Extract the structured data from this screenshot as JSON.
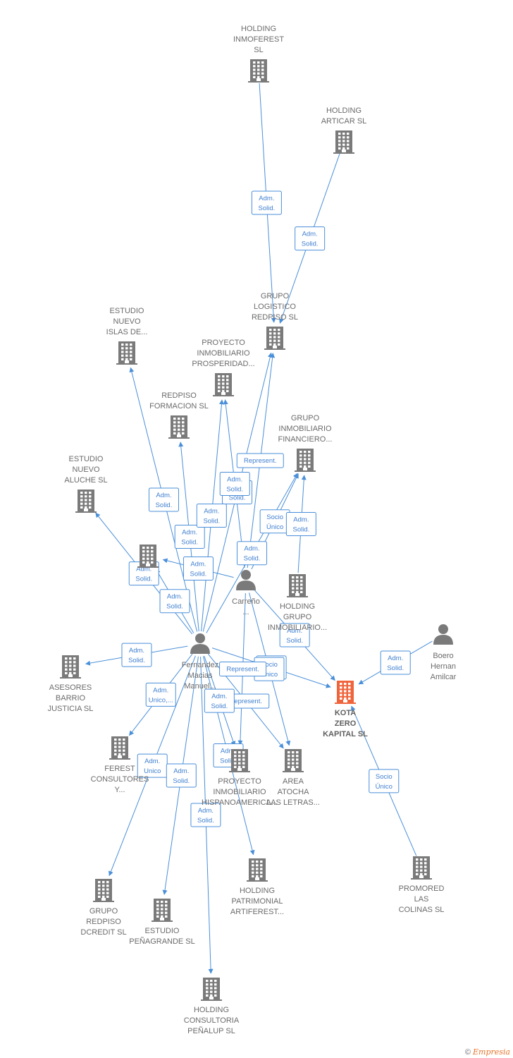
{
  "colors": {
    "line": "#4a8fd9",
    "node": "#7a7a7a",
    "focus": "#f0643c",
    "text": "#6b6b6b"
  },
  "nodes": [
    {
      "id": "holding_inmoferest",
      "type": "company",
      "lines": [
        "HOLDING",
        "INMOFEREST",
        "SL"
      ]
    },
    {
      "id": "holding_articar",
      "type": "company",
      "lines": [
        "HOLDING",
        "ARTICAR  SL"
      ]
    },
    {
      "id": "grupo_logistico",
      "type": "company",
      "lines": [
        "GRUPO",
        "LOGISTICO",
        "REDPISO  SL"
      ]
    },
    {
      "id": "estudio_islas",
      "type": "company",
      "lines": [
        "ESTUDIO",
        "NUEVO",
        "ISLAS DE..."
      ]
    },
    {
      "id": "proyecto_prosperidad",
      "type": "company",
      "lines": [
        "PROYECTO",
        "INMOBILIARIO",
        "PROSPERIDAD..."
      ]
    },
    {
      "id": "redpiso_formacion",
      "type": "company",
      "lines": [
        "REDPISO",
        "FORMACION SL"
      ]
    },
    {
      "id": "grupo_inmobiliario",
      "type": "company",
      "lines": [
        "GRUPO",
        "INMOBILIARIO",
        "FINANCIERO..."
      ]
    },
    {
      "id": "estudio_aluche",
      "type": "company",
      "lines": [
        "ESTUDIO",
        "NUEVO",
        "ALUCHE SL"
      ]
    },
    {
      "id": "r_sl",
      "type": "company",
      "lines": [
        "R...X SL"
      ]
    },
    {
      "id": "carreno",
      "type": "person",
      "lines": [
        "Carreño",
        "..."
      ]
    },
    {
      "id": "holding_grupo",
      "type": "company",
      "lines": [
        "HOLDING",
        "GRUPO",
        "INMOBILIARIO..."
      ]
    },
    {
      "id": "fernandez",
      "type": "person",
      "lines": [
        "Fernandez",
        "Macias",
        "Manuel..."
      ]
    },
    {
      "id": "boero",
      "type": "person",
      "lines": [
        "Boero",
        "Hernan",
        "Amilcar"
      ]
    },
    {
      "id": "asesores",
      "type": "company",
      "lines": [
        "ASESORES",
        "BARRIO",
        "JUSTICIA  SL"
      ]
    },
    {
      "id": "kota",
      "type": "focus",
      "lines": [
        "KOTA",
        "ZERO",
        "KAPITAL  SL"
      ]
    },
    {
      "id": "ferest",
      "type": "company",
      "lines": [
        "FEREST",
        "CONSULTORES",
        "Y..."
      ]
    },
    {
      "id": "proyecto_hispano",
      "type": "company",
      "lines": [
        "PROYECTO",
        "INMOBILIARIO",
        "HISPANOAMERICA..."
      ]
    },
    {
      "id": "area_atocha",
      "type": "company",
      "lines": [
        "AREA",
        "ATOCHA",
        "LAS LETRAS..."
      ]
    },
    {
      "id": "promored",
      "type": "company",
      "lines": [
        "PROMORED",
        "LAS",
        "COLINAS  SL"
      ]
    },
    {
      "id": "holding_patrimonial",
      "type": "company",
      "lines": [
        "HOLDING",
        "PATRIMONIAL",
        "ARTIFEREST..."
      ]
    },
    {
      "id": "grupo_dcredit",
      "type": "company",
      "lines": [
        "GRUPO",
        "REDPISO",
        "DCREDIT SL"
      ]
    },
    {
      "id": "estudio_penagrande",
      "type": "company",
      "lines": [
        "ESTUDIO",
        "PEÑAGRANDE SL"
      ]
    },
    {
      "id": "holding_consultoria",
      "type": "company",
      "lines": [
        "HOLDING",
        "CONSULTORIA",
        "PEÑALUP  SL"
      ]
    }
  ],
  "edges": [
    {
      "from": "holding_inmoferest",
      "to": "grupo_logistico",
      "label": [
        "Adm.",
        "Solid."
      ]
    },
    {
      "from": "holding_articar",
      "to": "grupo_logistico",
      "label": [
        "Adm.",
        "Solid."
      ]
    },
    {
      "from": "fernandez",
      "to": "estudio_islas",
      "label": [
        "Adm.",
        "Solid."
      ]
    },
    {
      "from": "fernandez",
      "to": "redpiso_formacion",
      "label": [
        "Adm.",
        "Solid."
      ]
    },
    {
      "from": "fernandez",
      "to": "proyecto_prosperidad",
      "label": [
        "Adm.",
        "Solid."
      ]
    },
    {
      "from": "fernandez",
      "to": "grupo_logistico",
      "label": [
        "Adm.",
        "Solid."
      ]
    },
    {
      "from": "carreno",
      "to": "grupo_logistico",
      "label": [
        "Represent."
      ]
    },
    {
      "from": "carreno",
      "to": "grupo_inmobiliario",
      "label": [
        "Socio",
        "Único"
      ]
    },
    {
      "from": "carreno",
      "to": "proyecto_prosperidad",
      "label": [
        "Adm.",
        "Solid."
      ]
    },
    {
      "from": "fernandez",
      "to": "grupo_inmobiliario",
      "label": [
        "Adm.",
        "Solid."
      ]
    },
    {
      "from": "fernandez",
      "to": "estudio_aluche",
      "label": [
        "Adm.",
        "Solid."
      ]
    },
    {
      "from": "fernandez",
      "to": "r_sl",
      "label": [
        "Adm.",
        "Solid."
      ]
    },
    {
      "from": "carreno",
      "to": "r_sl",
      "label": [
        "Adm.",
        "Solid."
      ]
    },
    {
      "from": "holding_grupo",
      "to": "grupo_inmobiliario",
      "label": [
        "Adm.",
        "Solid."
      ]
    },
    {
      "from": "fernandez",
      "to": "asesores",
      "label": [
        "Adm.",
        "Solid."
      ]
    },
    {
      "from": "fernandez",
      "to": "ferest",
      "label": [
        "Adm.",
        "Unico,..."
      ]
    },
    {
      "from": "fernandez",
      "to": "kota",
      "label": [
        "Adm.",
        "Solid."
      ]
    },
    {
      "from": "carreno",
      "to": "kota",
      "label": [
        "Adm.",
        "Solid."
      ]
    },
    {
      "from": "boero",
      "to": "kota",
      "label": [
        "Adm.",
        "Solid."
      ]
    },
    {
      "from": "promored",
      "to": "kota",
      "label": [
        "Socio",
        "Único"
      ]
    },
    {
      "from": "fernandez",
      "to": "area_atocha",
      "label": [
        "Represent."
      ]
    },
    {
      "from": "carreno",
      "to": "area_atocha",
      "label": [
        "Socio",
        "Único"
      ]
    },
    {
      "from": "fernandez",
      "to": "proyecto_hispano",
      "label": [
        "Adm.",
        "Solid."
      ]
    },
    {
      "from": "carreno",
      "to": "proyecto_hispano",
      "label": [
        "Represent."
      ]
    },
    {
      "from": "fernandez",
      "to": "holding_patrimonial",
      "label": [
        "Adm.",
        "Solid."
      ]
    },
    {
      "from": "fernandez",
      "to": "grupo_dcredit",
      "label": [
        "Adm.",
        "Unico"
      ]
    },
    {
      "from": "fernandez",
      "to": "estudio_penagrande",
      "label": [
        "Adm.",
        "Solid."
      ]
    },
    {
      "from": "fernandez",
      "to": "holding_consultoria",
      "label": [
        "Adm.",
        "Solid."
      ]
    }
  ],
  "footer": {
    "copyright": "©",
    "brand": "Empresia"
  }
}
